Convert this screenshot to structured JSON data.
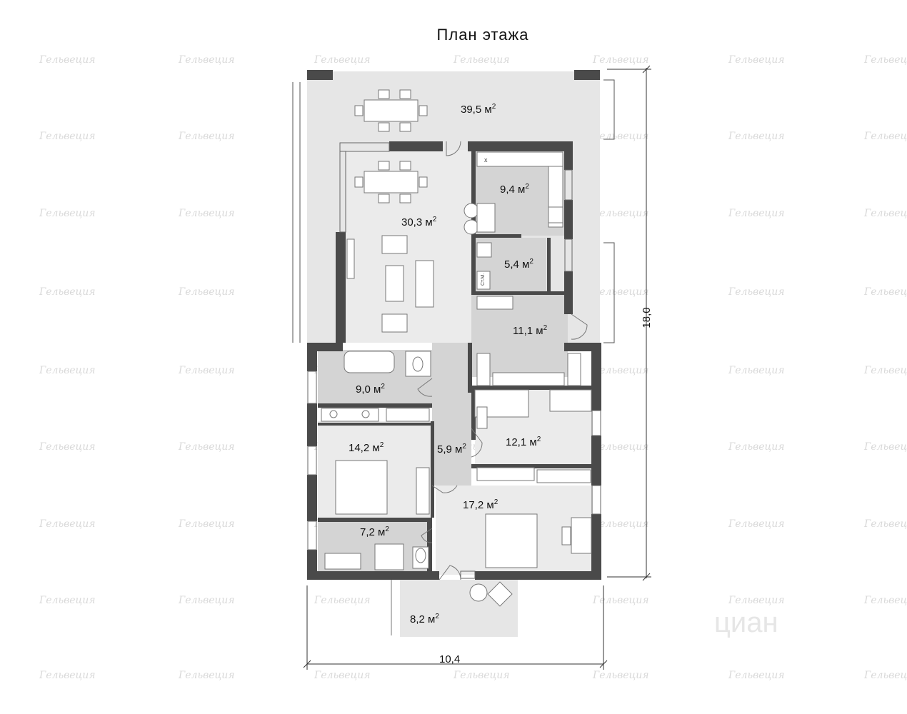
{
  "title": "План  этажа",
  "watermark": {
    "text": "Гельвеция",
    "color": "#d9d9d9"
  },
  "brand_watermark": "циан",
  "colors": {
    "wall": "#4a4a4a",
    "floor_light": "#ebebeb",
    "floor_gray": "#d4d4d4",
    "terrace": "#e6e6e6"
  },
  "rooms": [
    {
      "id": "terrace-top",
      "area": "39,5",
      "unit": "м"
    },
    {
      "id": "living-room",
      "area": "30,3",
      "unit": "м"
    },
    {
      "id": "kitchen",
      "area": "9,4",
      "unit": "м"
    },
    {
      "id": "laundry",
      "area": "5,4",
      "unit": "м"
    },
    {
      "id": "hall",
      "area": "11,1",
      "unit": "м"
    },
    {
      "id": "bathroom-1",
      "area": "9,0",
      "unit": "м"
    },
    {
      "id": "bedroom-1",
      "area": "14,2",
      "unit": "м"
    },
    {
      "id": "corridor",
      "area": "5,9",
      "unit": "м"
    },
    {
      "id": "bedroom-2",
      "area": "12,1",
      "unit": "м"
    },
    {
      "id": "bedroom-3",
      "area": "17,2",
      "unit": "м"
    },
    {
      "id": "bathroom-2",
      "area": "7,2",
      "unit": "м"
    },
    {
      "id": "porch",
      "area": "8,2",
      "unit": "м"
    }
  ],
  "sup": "2",
  "labels": {
    "laundry_unit": "Ст.М.",
    "stove_x": "x"
  },
  "dimensions": {
    "width": "10,4",
    "height": "18,0"
  }
}
